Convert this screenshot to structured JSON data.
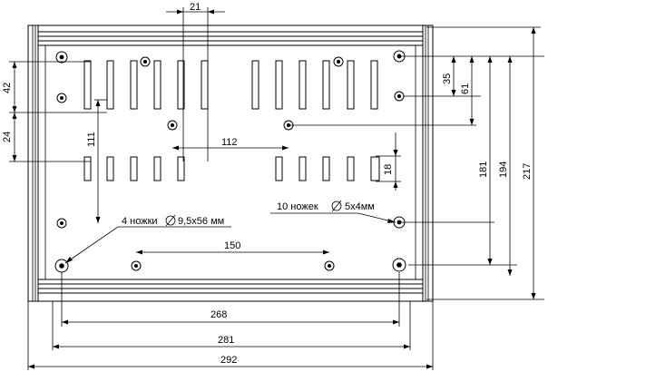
{
  "dimensions": {
    "slot_pitch": "21",
    "left_top": "42",
    "left_mid": "24",
    "left_vertical": "111",
    "mid_horizontal": "112",
    "slot_height": "18",
    "right_a": "35",
    "right_b": "61",
    "right_c": "181",
    "right_d": "194",
    "right_e": "217",
    "bottom_inner": "150",
    "bottom_a": "268",
    "bottom_b": "281",
    "bottom_c": "292"
  },
  "notes": {
    "feet_large_count": "4 ножки",
    "feet_large_size": "9,5х56 мм",
    "feet_small_count": "10 ножек",
    "feet_small_size": "5х4мм"
  },
  "symbols": {
    "diameter": "diameter-icon"
  }
}
